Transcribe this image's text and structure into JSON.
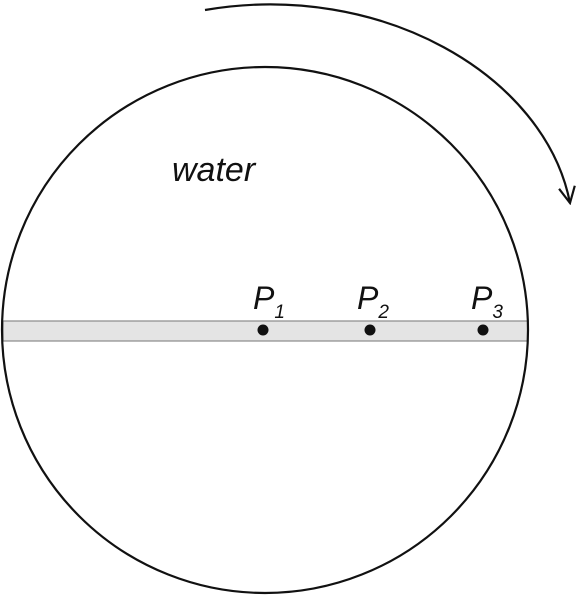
{
  "diagram": {
    "medium_label": "water",
    "rotation_direction": "clockwise",
    "points": [
      {
        "letter": "P",
        "subscript": "1"
      },
      {
        "letter": "P",
        "subscript": "2"
      },
      {
        "letter": "P",
        "subscript": "3"
      }
    ],
    "colors": {
      "stroke": "#111111",
      "channel_fill": "#e4e4e4",
      "channel_stroke": "#8a8a8a",
      "point": "#111111",
      "background": "#ffffff"
    }
  }
}
